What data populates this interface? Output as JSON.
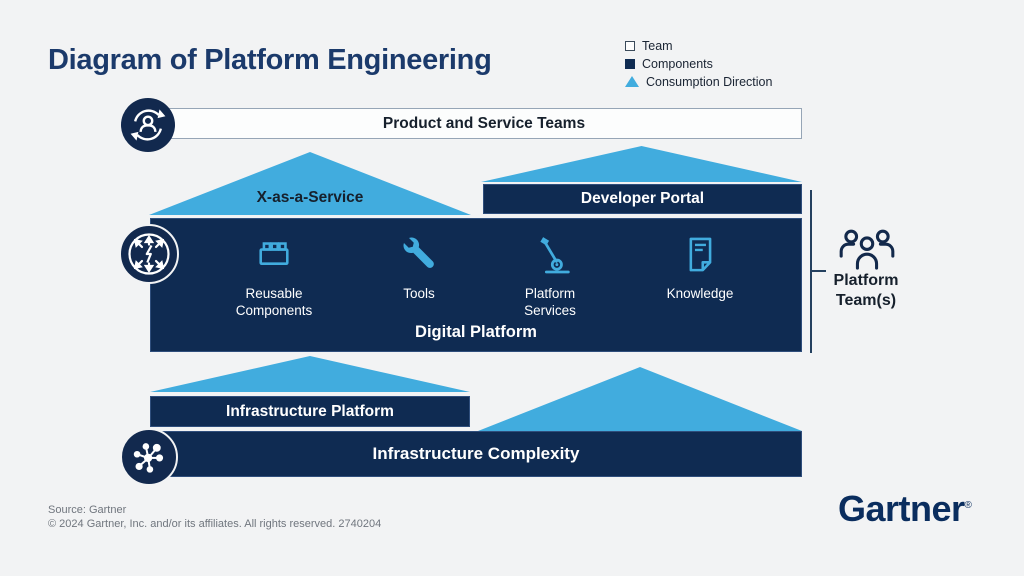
{
  "title": "Diagram of Platform Engineering",
  "legend": {
    "items": [
      {
        "label": "Team"
      },
      {
        "label": "Components"
      },
      {
        "label": "Consumption Direction"
      }
    ]
  },
  "diagram": {
    "product_and_service_teams": "Product and Service Teams",
    "x_as_a_service": "X-as-a-Service",
    "developer_portal": "Developer Portal",
    "digital_platform": {
      "label": "Digital Platform",
      "items": [
        {
          "icon": "brick-icon",
          "line1": "Reusable",
          "line2": "Components"
        },
        {
          "icon": "wrench-icon",
          "line1": "Tools",
          "line2": ""
        },
        {
          "icon": "lever-icon",
          "line1": "Platform",
          "line2": "Services"
        },
        {
          "icon": "document-icon",
          "line1": "Knowledge",
          "line2": ""
        }
      ]
    },
    "platform_teams": {
      "line1": "Platform",
      "line2": "Team(s)"
    },
    "infrastructure_platform": "Infrastructure Platform",
    "infrastructure_complexity": "Infrastructure Complexity"
  },
  "footer": {
    "source_line1": "Source: Gartner",
    "source_line2": "© 2024 Gartner, Inc. and/or its affiliates. All rights reserved. 2740204",
    "brand": "Gartner",
    "reg_mark": "®"
  },
  "colors": {
    "navy": "#0F2B52",
    "light_blue": "#41ACDE",
    "title_navy": "#1B3A6B",
    "background": "#F2F3F4"
  }
}
